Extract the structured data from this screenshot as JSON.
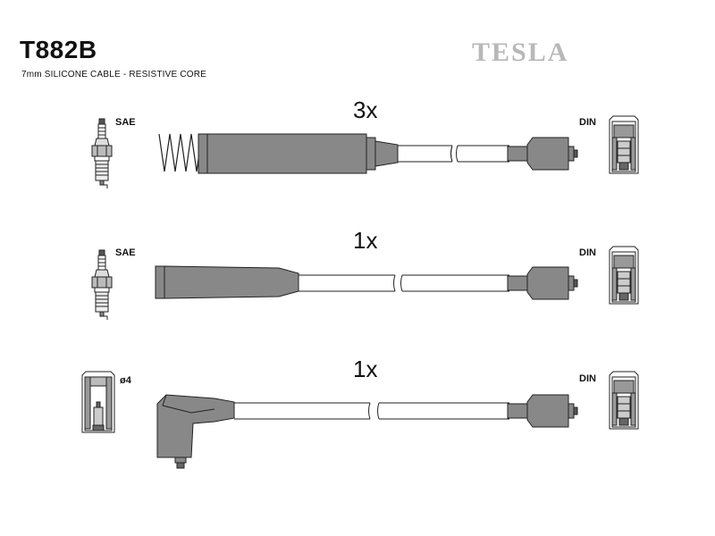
{
  "header": {
    "part_code": "T882B",
    "description": "7mm SILICONE CABLE - RESISTIVE CORE",
    "brand": "TESLA"
  },
  "cables": [
    {
      "quantity": "3x",
      "left_label": "SAE",
      "right_label": "DIN"
    },
    {
      "quantity": "1x",
      "left_label": "SAE",
      "right_label": "DIN"
    },
    {
      "quantity": "1x",
      "left_label": "ø4",
      "right_label": "DIN"
    }
  ],
  "colors": {
    "boot_fill": "#888888",
    "outline": "#222222",
    "brand_grey": "#b8b8b8"
  },
  "icons": [
    "spark-plug-icon",
    "din-terminal-icon",
    "pin-terminal-icon"
  ]
}
